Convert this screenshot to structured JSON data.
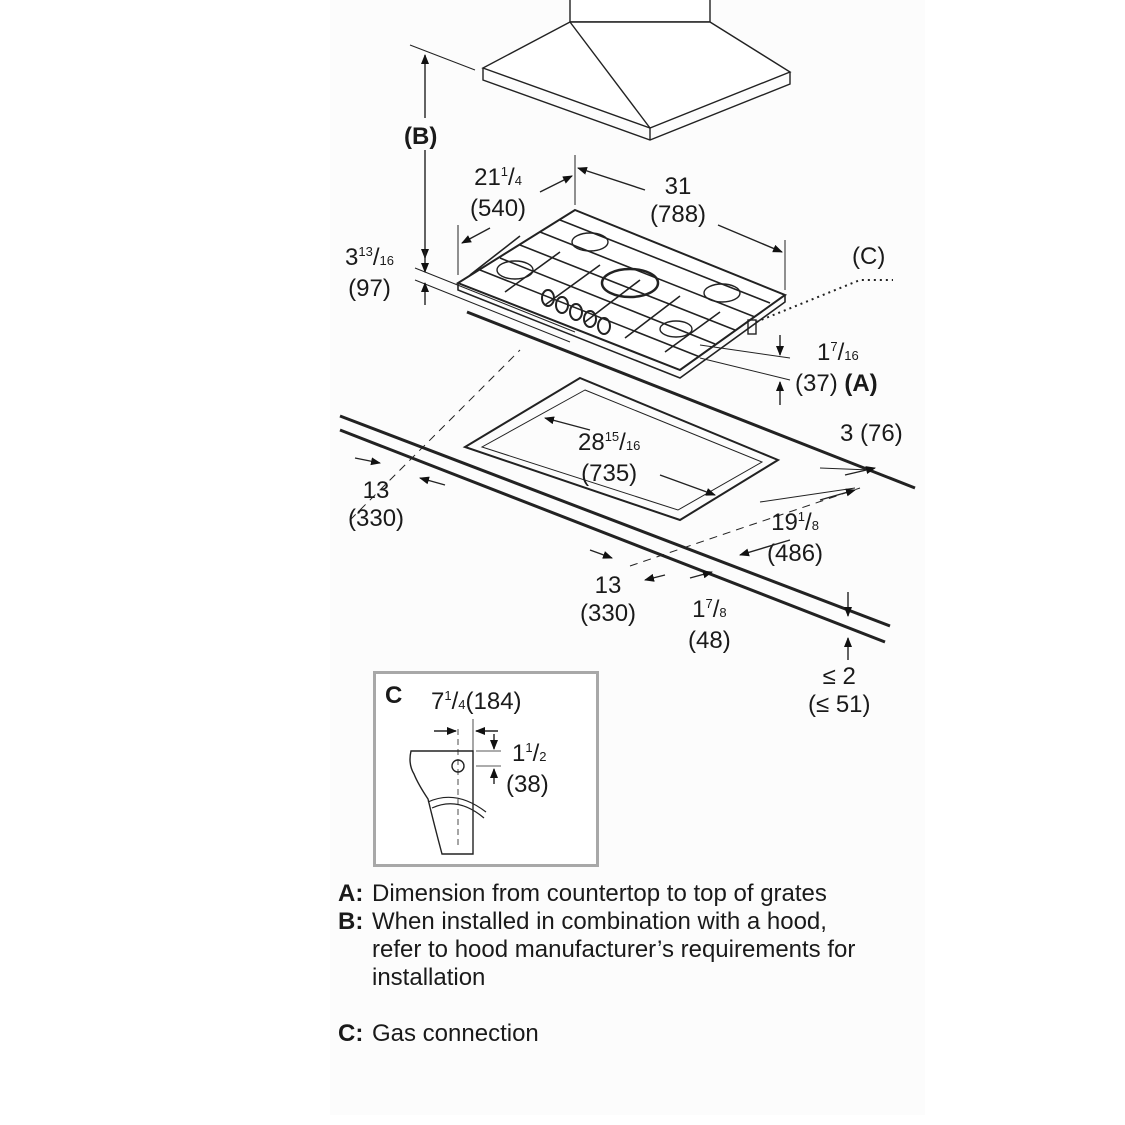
{
  "labels": {
    "b": "(B)",
    "depth": {
      "whole": "21",
      "num": "1",
      "den": "4",
      "metric": "(540)"
    },
    "width": {
      "whole": "31",
      "metric": "(788)"
    },
    "height_top": {
      "whole": "3",
      "num": "13",
      "den": "16",
      "metric": "(97)"
    },
    "c": "(C)",
    "a_dim": {
      "whole": "1",
      "num": "7",
      "den": "16",
      "metric": "(37)",
      "tag": "(A)"
    },
    "cutout_width": {
      "whole": "28",
      "num": "15",
      "den": "16",
      "metric": "(735)"
    },
    "back_clear": {
      "text": "3 (76)"
    },
    "left_clear": {
      "whole": "13",
      "metric": "(330)"
    },
    "cutout_depth": {
      "whole": "19",
      "num": "1",
      "den": "8",
      "metric": "(486)"
    },
    "right_clear": {
      "whole": "13",
      "metric": "(330)"
    },
    "front_edge": {
      "whole": "1",
      "num": "7",
      "den": "8",
      "metric": "(48)"
    },
    "counter_thick": {
      "line1": "≤ 2",
      "line2": "(≤ 51)"
    }
  },
  "inset": {
    "key": "C",
    "offset": {
      "whole": "7",
      "num": "1",
      "den": "4",
      "metric": "(184)"
    },
    "height": {
      "whole": "1",
      "num": "1",
      "den": "2",
      "metric": "(38)"
    }
  },
  "legend": [
    {
      "key": "A:",
      "text": "Dimension from countertop to top of grates"
    },
    {
      "key": "B:",
      "text": "When installed in combination with a hood, refer to hood manufacturer’s requirements for installation"
    },
    {
      "key": "C:",
      "text": "Gas connection"
    }
  ]
}
